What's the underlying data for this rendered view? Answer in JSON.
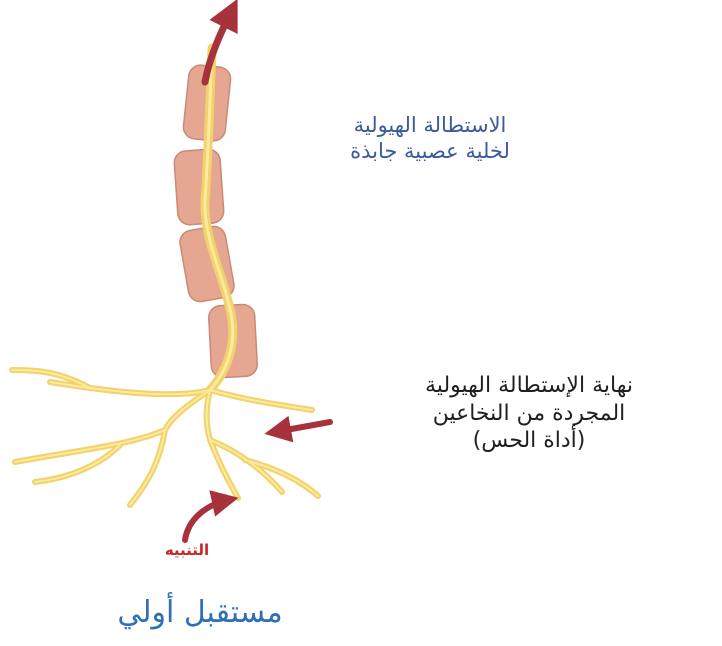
{
  "diagram": {
    "title": "مستقبل أولي",
    "labels": {
      "axon": [
        "الاستطالة الهيولية",
        "لخلية عصبية جابذة"
      ],
      "free_ending": [
        "نهاية الإستطالة الهيولية",
        "المجردة من النخاعين",
        "(أداة الحس)"
      ],
      "stimulus": "التنبيه"
    },
    "colors": {
      "axon": "#f2d26a",
      "axon_highlight": "#fbeaa0",
      "myelin": "#e5a791",
      "myelin_edge": "#c98a76",
      "arrow": "#a8323b",
      "axon_label": "#3b5a9a",
      "title": "#2f6fb5",
      "stimulus_label": "#c62828"
    }
  }
}
